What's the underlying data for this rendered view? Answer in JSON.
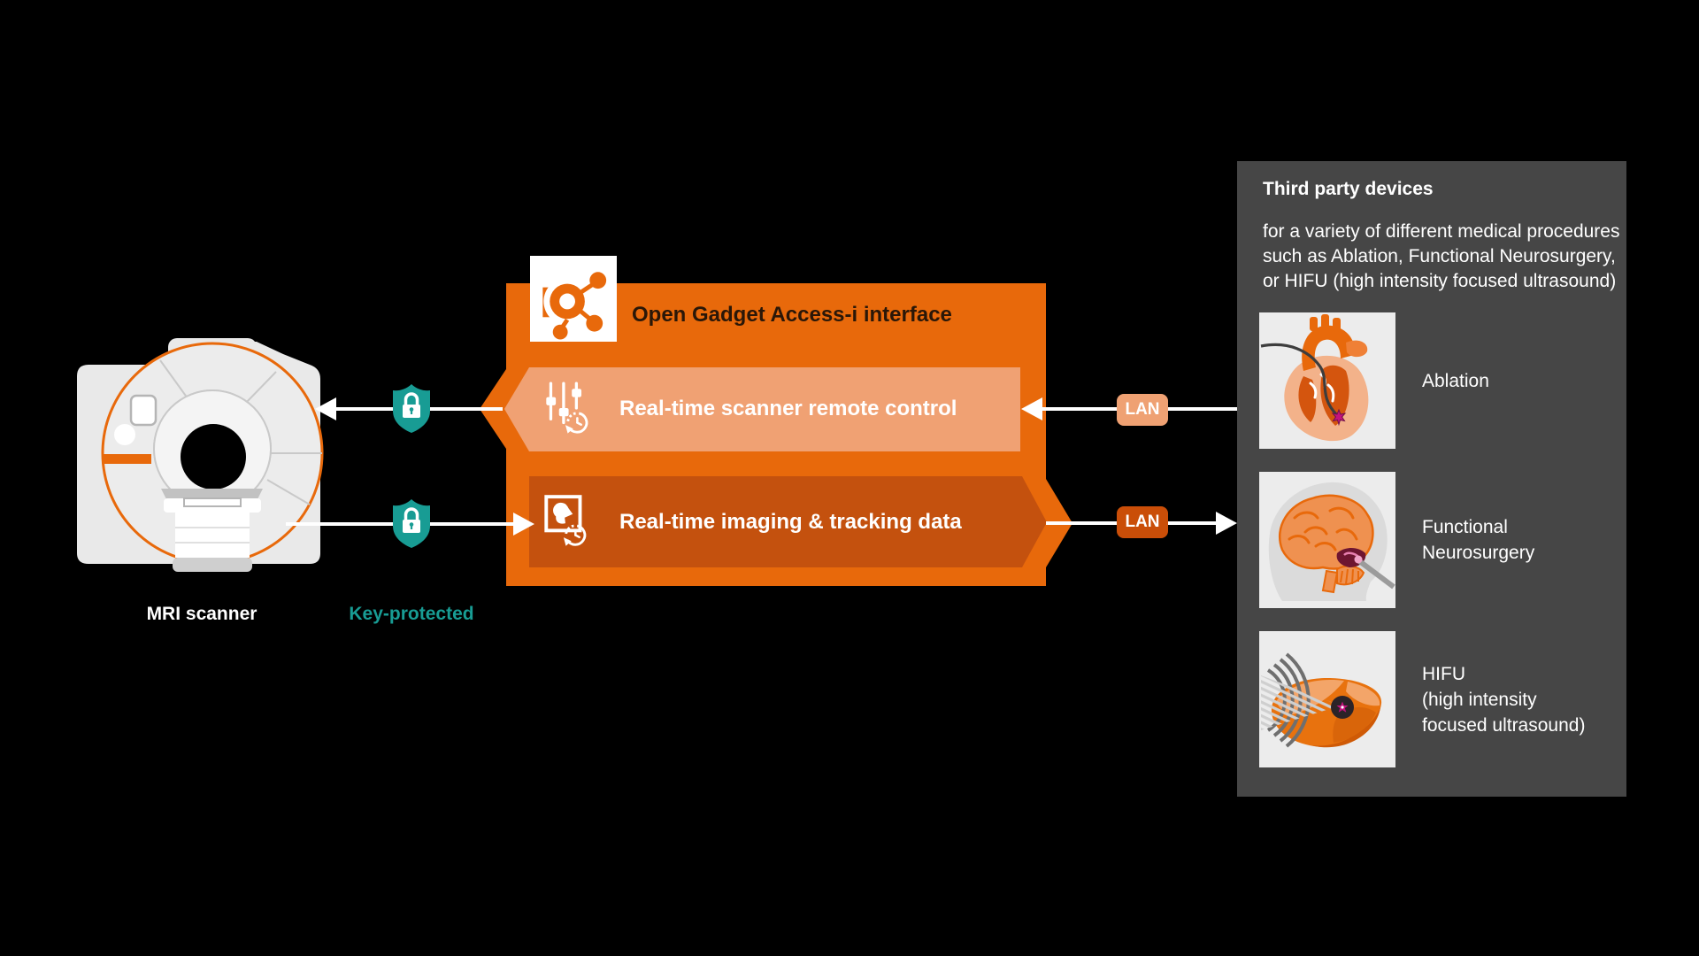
{
  "colors": {
    "background": "#000000",
    "orange": "#e8690b",
    "salmon": "#f0a173",
    "dark_orange": "#c4510e",
    "teal": "#189c94",
    "panel_gray": "#464646",
    "card_gray": "#ececec"
  },
  "mri": {
    "label": "MRI scanner",
    "illustration": "mri-scanner-illustration"
  },
  "security": {
    "label": "Key-protected",
    "icon": "shield-lock-icon"
  },
  "interface_block": {
    "title": "Open Gadget Access-i interface",
    "icon": "open-gadget-network-icon",
    "bars": [
      {
        "label": "Real-time scanner remote control",
        "icon": "sliders-realtime-clock-icon"
      },
      {
        "label": "Real-time imaging & tracking data",
        "icon": "image-head-realtime-clock-icon"
      }
    ]
  },
  "lan": [
    {
      "label": "LAN"
    },
    {
      "label": "LAN"
    }
  ],
  "third_party": {
    "title": "Third party devices",
    "description_lines": [
      "for a variety of different medical procedures",
      "such as Ablation, Functional Neurosurgery,",
      "or HIFU (high intensity focused ultrasound)"
    ],
    "devices": [
      {
        "image": "heart-ablation-illustration",
        "label_lines": [
          "Ablation"
        ]
      },
      {
        "image": "brain-neurosurgery-illustration",
        "label_lines": [
          "Functional",
          "Neurosurgery"
        ]
      },
      {
        "image": "liver-hifu-illustration",
        "label_lines": [
          "HIFU",
          "(high intensity",
          "focused ultrasound)"
        ]
      }
    ]
  }
}
